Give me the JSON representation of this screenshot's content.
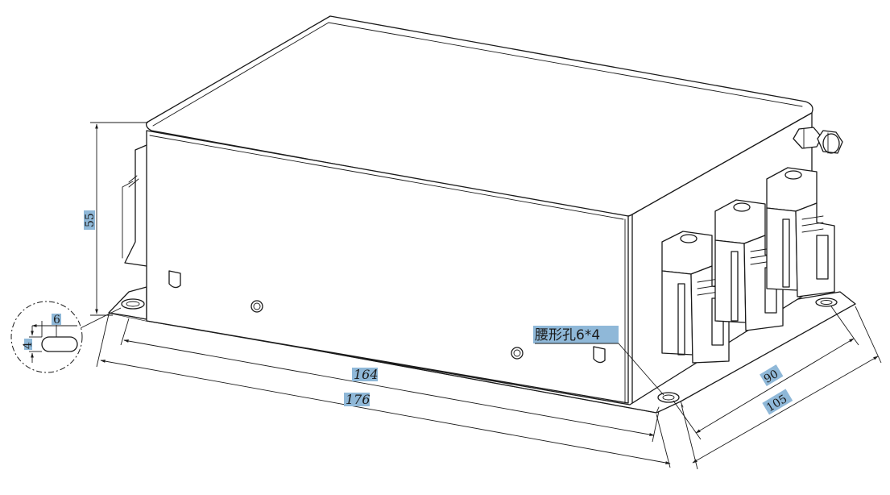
{
  "dimensions": {
    "height": "55",
    "inner_length": "164",
    "outer_length": "176",
    "inner_width": "90",
    "outer_width": "105",
    "detail_slot_width": "6",
    "detail_slot_height": "4"
  },
  "note": {
    "label": "腰形孔6*4"
  }
}
